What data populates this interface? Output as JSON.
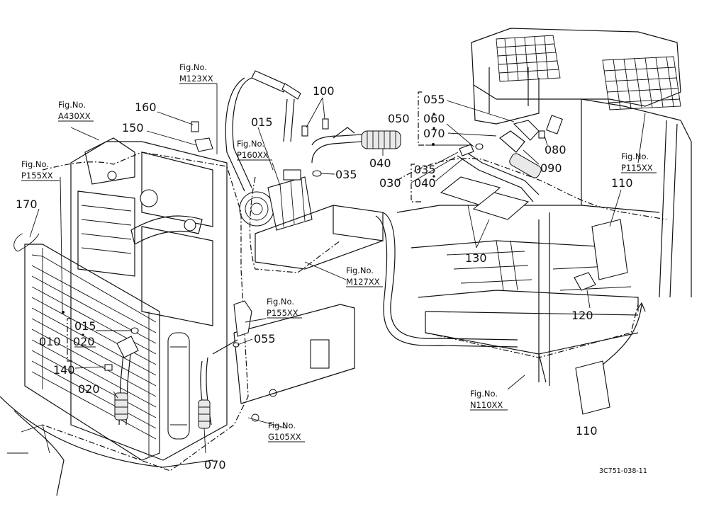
{
  "fig_refs": {
    "m123": {
      "line1": "Fig.No.",
      "line2": "M123XX"
    },
    "a430": {
      "line1": "Fig.No.",
      "line2": "A430XX"
    },
    "p160": {
      "line1": "Fig.No.",
      "line2": "P160XX"
    },
    "p155_left": {
      "line1": "Fig.No.",
      "line2": "P155XX"
    },
    "p155_mid": {
      "line1": "Fig.No.",
      "line2": "P155XX"
    },
    "m127": {
      "line1": "Fig.No.",
      "line2": "M127XX"
    },
    "g105": {
      "line1": "Fig.No.",
      "line2": "G105XX"
    },
    "n110": {
      "line1": "Fig.No.",
      "line2": "N110XX"
    },
    "p115": {
      "line1": "Fig.No.",
      "line2": "P115XX"
    }
  },
  "callouts": {
    "c100": "100",
    "c160": "160",
    "c150": "150",
    "c015_top": "015",
    "c035_top": "035",
    "c040_top": "040",
    "c170": "170",
    "c015_left": "015",
    "c010": "010",
    "c020_left": "020",
    "c140": "140",
    "c020_bottom": "020",
    "c070_bottom": "070",
    "c055_mid": "055",
    "c055_right": "055",
    "c050": "050",
    "c060": "060",
    "c070_right": "070",
    "c080": "080",
    "c090": "090",
    "c035_right": "035",
    "c030": "030",
    "c040_right": "040",
    "c130": "130",
    "c110_top": "110",
    "c120": "120",
    "c110_bottom": "110"
  },
  "drawing_code": "3C751-038-11"
}
